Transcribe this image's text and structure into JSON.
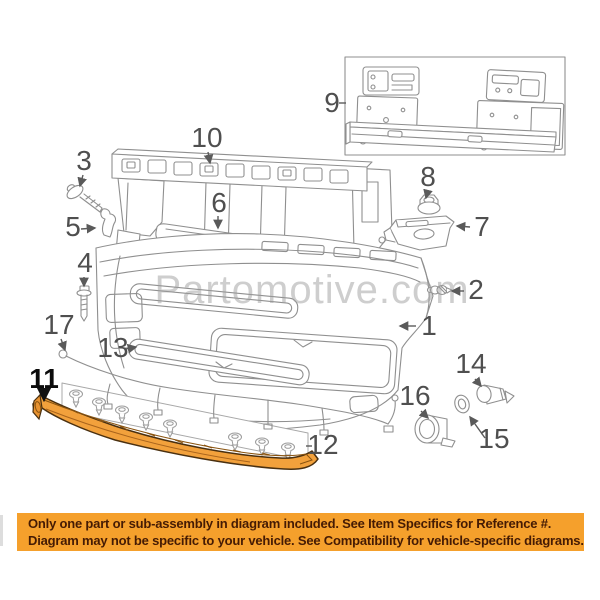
{
  "watermark": "Partomotive.com",
  "callouts": {
    "c1": "1",
    "c2": "2",
    "c3": "3",
    "c4": "4",
    "c5": "5",
    "c6": "6",
    "c7": "7",
    "c8": "8",
    "c9": "9",
    "c10": "10",
    "c11": "11",
    "c12": "12",
    "c13": "13",
    "c14": "14",
    "c15": "15",
    "c16": "16",
    "c17": "17"
  },
  "colors": {
    "highlight_fill": "#F2A13C",
    "highlight_outline": "#4a3010",
    "highlight_detail": "#8a5410",
    "diagram_line": "#8f8f8f",
    "callout_text": "#4f4f4f",
    "banner_background": "#F5A02C",
    "banner_text": "#451B04"
  },
  "banner": {
    "line1": "Only one part or sub-assembly in diagram included. See Item Specifics for Reference #.",
    "line2": "Diagram may not be specific to your vehicle. See Compatibility for vehicle-specific diagrams."
  }
}
